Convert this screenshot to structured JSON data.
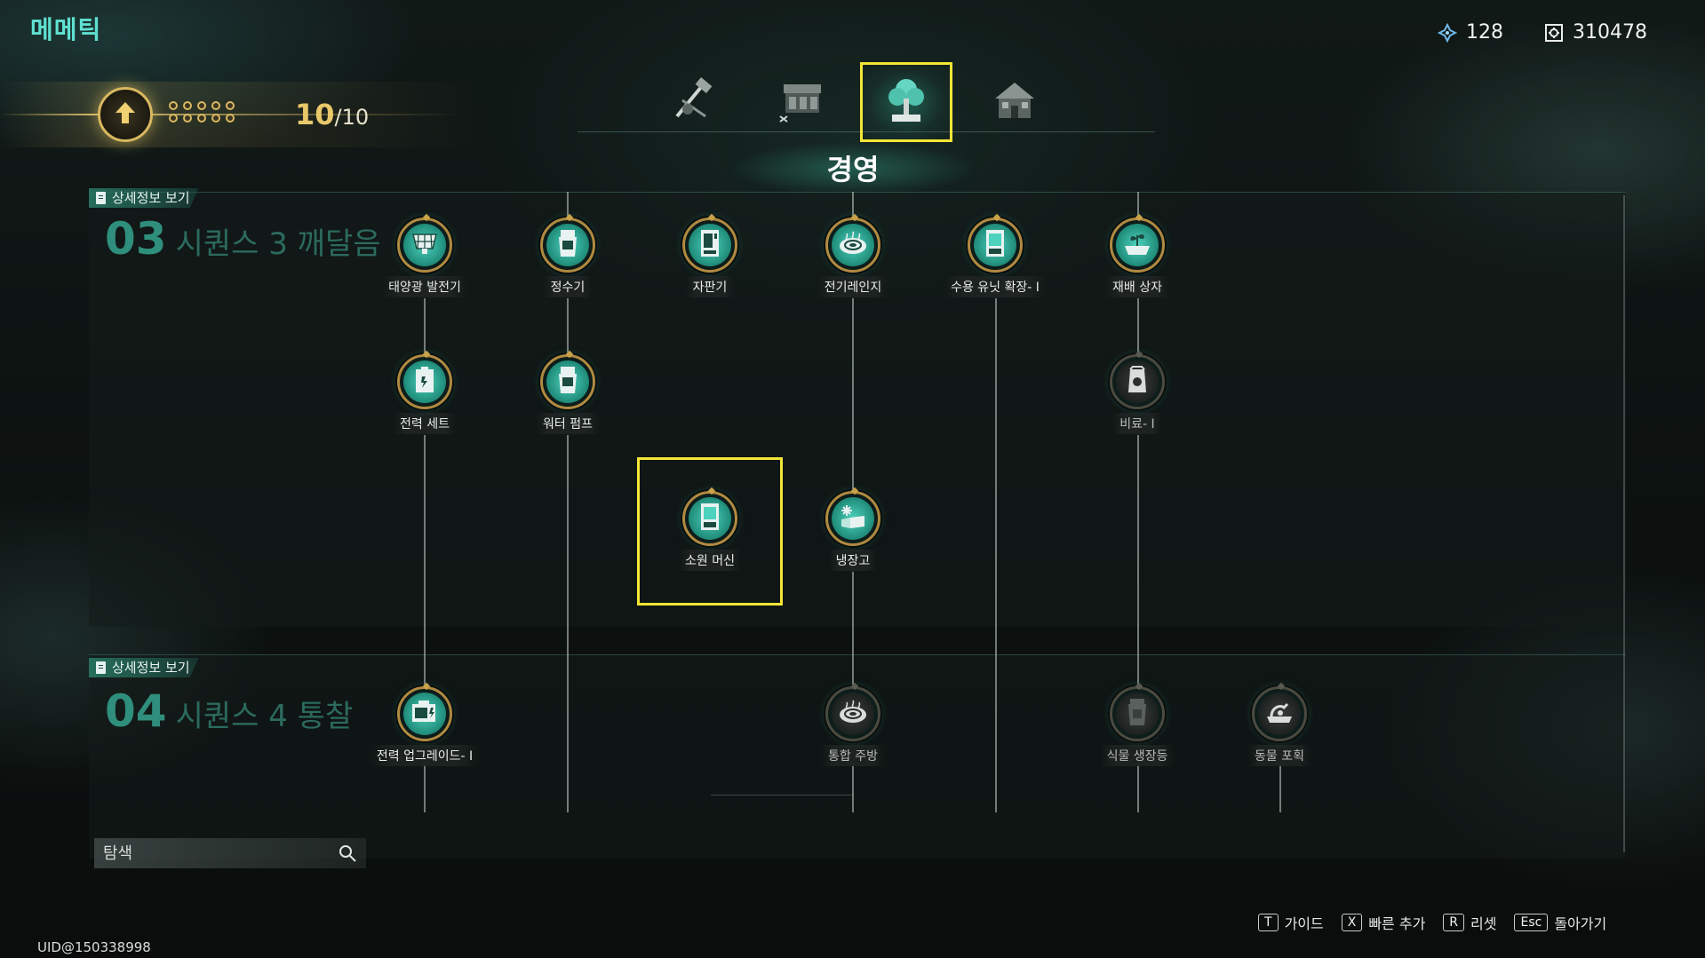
{
  "header": {
    "title": "메메틱",
    "currency": [
      {
        "icon": "shard-icon",
        "value": "128"
      },
      {
        "icon": "gear-box-icon",
        "value": "310478"
      }
    ]
  },
  "level": {
    "current": "10",
    "max": "/10",
    "icon": "arrow-up-icon"
  },
  "tabs": [
    {
      "icon": "crafting-tools-icon",
      "active": false
    },
    {
      "icon": "workbench-icon",
      "active": false
    },
    {
      "icon": "tree-icon",
      "active": true
    },
    {
      "icon": "house-icon",
      "active": false
    }
  ],
  "section_title": "경영",
  "sequences": [
    {
      "detail_label": "상세정보 보기",
      "number": "03",
      "name": "시퀀스 3 깨달음"
    },
    {
      "detail_label": "상세정보 보기",
      "number": "04",
      "name": "시퀀스 4 통찰"
    }
  ],
  "nodes": {
    "solar": {
      "label": "태양광 발전기",
      "icon": "solar-panel-icon"
    },
    "purifier": {
      "label": "정수기",
      "icon": "water-purifier-icon"
    },
    "vending": {
      "label": "자판기",
      "icon": "vending-machine-icon"
    },
    "microwave": {
      "label": "전기레인지",
      "icon": "electric-stove-icon"
    },
    "storage": {
      "label": "수용 유닛 확장- Ⅰ",
      "icon": "storage-unit-icon"
    },
    "planter": {
      "label": "재배 상자",
      "icon": "planter-box-icon"
    },
    "power_set": {
      "label": "전력 세트",
      "icon": "power-set-icon"
    },
    "water_pump": {
      "label": "워터 펌프",
      "icon": "water-pump-icon"
    },
    "fertilizer": {
      "label": "비료- Ⅰ",
      "icon": "fertilizer-bag-icon"
    },
    "wish_machine": {
      "label": "소원 머신",
      "icon": "wish-machine-icon"
    },
    "fridge": {
      "label": "냉장고",
      "icon": "fridge-icon"
    },
    "power_upgrade": {
      "label": "전력 업그레이드- Ⅰ",
      "icon": "power-upgrade-icon"
    },
    "kitchen": {
      "label": "통합 주방",
      "icon": "integrated-kitchen-icon"
    },
    "grow_light": {
      "label": "식물 생장등",
      "icon": "plant-grow-light-icon"
    },
    "animal_trap": {
      "label": "동물 포획",
      "icon": "animal-trap-icon"
    }
  },
  "search": {
    "placeholder": "탐색"
  },
  "hints": [
    {
      "key": "T",
      "label": "가이드"
    },
    {
      "key": "X",
      "label": "빠른 추가"
    },
    {
      "key": "R",
      "label": "리셋"
    },
    {
      "key": "Esc",
      "label": "돌아가기"
    }
  ],
  "uid": "UID@150338998",
  "colors": {
    "accent": "#5fe0d0",
    "highlight": "#f5e636",
    "gold": "#d9b860"
  }
}
